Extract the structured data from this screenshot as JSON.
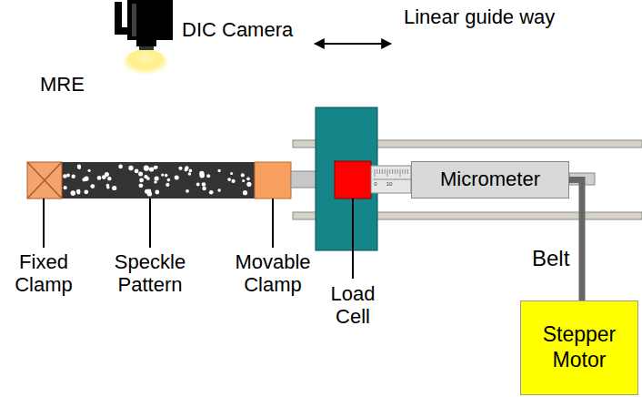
{
  "diagram": {
    "nodes": [
      {
        "text": [
          "Micrometer"
        ]
      },
      {
        "text": [
          "Stepper Motor"
        ]
      }
    ],
    "edges": [
      {
        "from": 0,
        "to": 1,
        "arrow": "none",
        "label": "Belt"
      }
    ],
    "labels": [
      "DIC Camera",
      "Linear guide way",
      "MRE",
      "Speckle Pattern",
      "Fixed Clamp",
      "Movable Clamp",
      "Load Cell",
      "0",
      "10"
    ]
  }
}
